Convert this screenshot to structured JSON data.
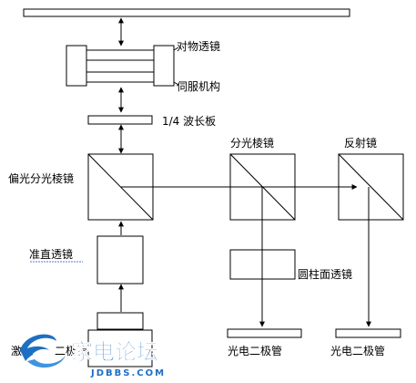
{
  "labels": {
    "objective_lens": "对物透镜",
    "servo_mechanism": "伺服机构",
    "quarter_wave_plate": "1/4 波长板",
    "polarizing_beam_splitter": "偏光分光棱镜",
    "beam_splitter": "分光棱镜",
    "mirror": "反射镜",
    "collimating_lens": "准直透镜",
    "cylindrical_lens": "圆柱面透镜",
    "laser_diode_partial": "激",
    "laser_diode_partial_2": "二极管",
    "photodiode_1": "光电二极管",
    "photodiode_2": "光电二极管"
  },
  "watermark": {
    "title": "家电论坛",
    "url": "JDBBS.COM",
    "color": "#1d6fc4",
    "icon": "swirl-logo-icon"
  },
  "colors": {
    "line": "#000000",
    "background": "#ffffff"
  }
}
